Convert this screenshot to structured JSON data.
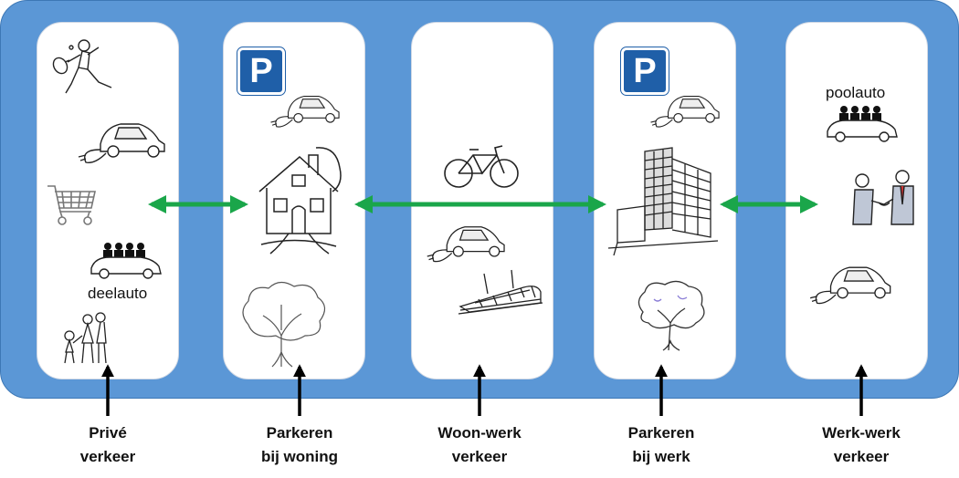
{
  "colors": {
    "band": "#5b97d6",
    "panel": "#ffffff",
    "arrow_green": "#1aa64a",
    "arrow_black": "#000000",
    "parking_sign": "#1f5fa8"
  },
  "panels": [
    {
      "id": "prive",
      "inner_labels": [
        "deelauto"
      ],
      "icons": [
        "tennis-player-icon",
        "electric-car-icon",
        "shopping-cart-icon",
        "shared-car-icon",
        "family-icon"
      ],
      "caption": [
        "Privé",
        "verkeer"
      ]
    },
    {
      "id": "parkeren-woning",
      "parking_sign": "P",
      "icons": [
        "parking-sign-icon",
        "electric-car-icon",
        "house-icon",
        "tree-icon"
      ],
      "caption": [
        "Parkeren",
        "bij woning"
      ]
    },
    {
      "id": "woon-werk",
      "icons": [
        "bicycle-icon",
        "electric-car-icon",
        "train-icon"
      ],
      "caption": [
        "Woon-werk",
        "verkeer"
      ]
    },
    {
      "id": "parkeren-werk",
      "parking_sign": "P",
      "icons": [
        "parking-sign-icon",
        "electric-car-icon",
        "office-building-icon",
        "tree-icon"
      ],
      "caption": [
        "Parkeren",
        "bij werk"
      ]
    },
    {
      "id": "werk-werk",
      "inner_labels": [
        "poolauto"
      ],
      "icons": [
        "pool-car-icon",
        "business-handshake-icon",
        "electric-car-icon"
      ],
      "caption": [
        "Werk-werk",
        "verkeer"
      ]
    }
  ]
}
